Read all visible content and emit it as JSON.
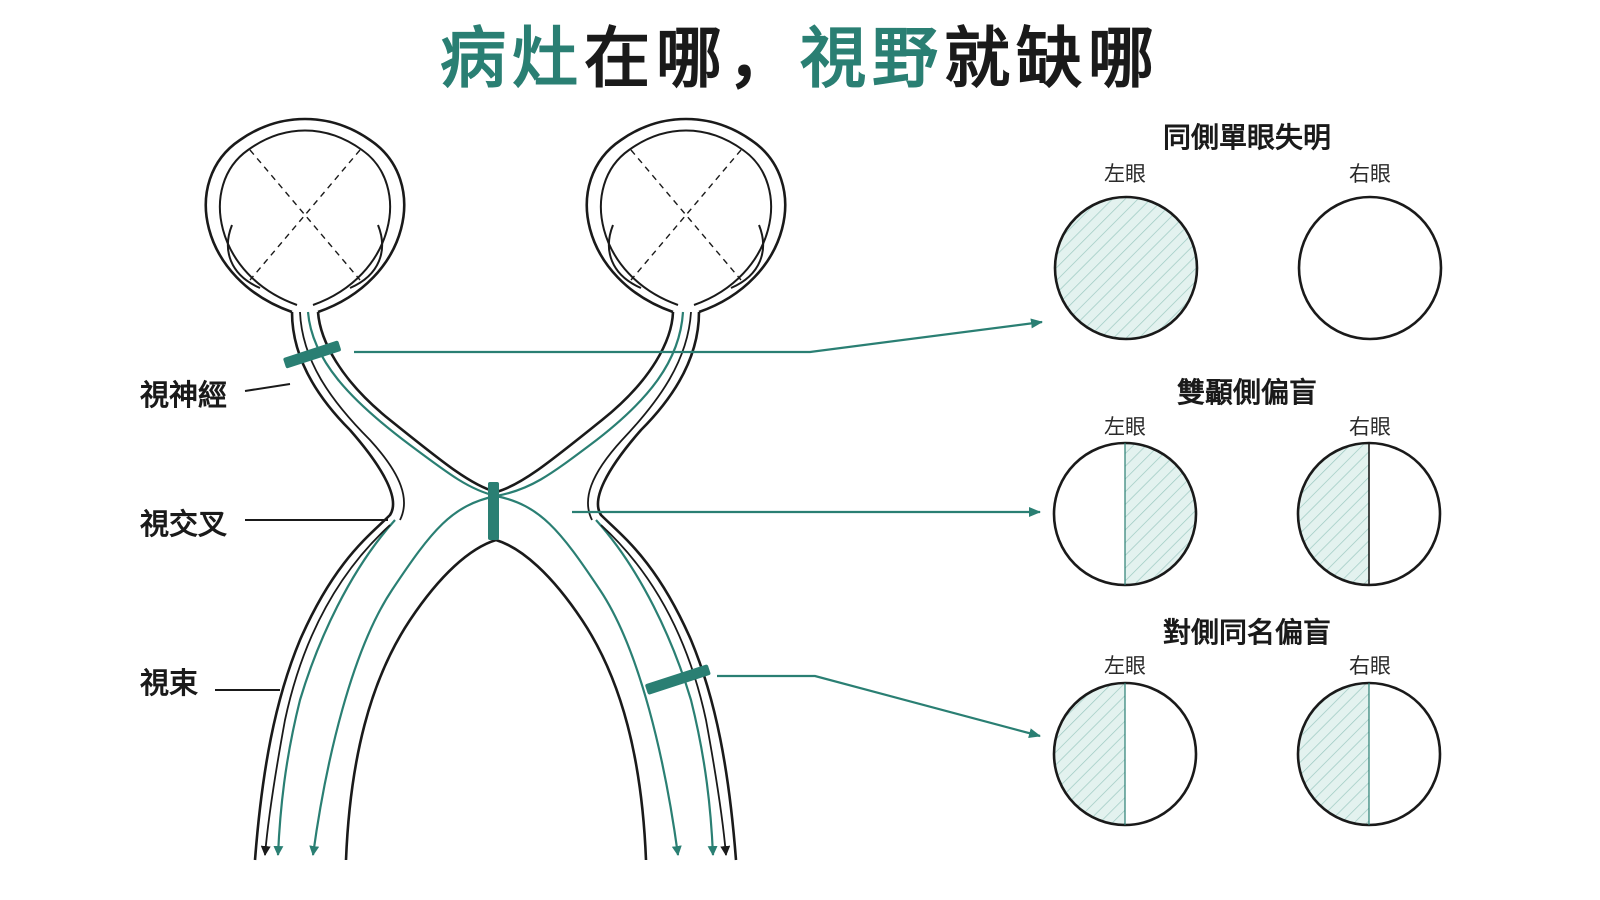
{
  "title": {
    "part1": "病灶",
    "part2": "在哪，",
    "part3": "視野",
    "part4": "就缺哪"
  },
  "anatomy": {
    "optic_nerve": "視神經",
    "optic_chiasm": "視交叉",
    "optic_tract": "視束"
  },
  "fields": [
    {
      "heading": "同側單眼失明",
      "left_eye": "左眼",
      "right_eye": "右眼",
      "left_deficit": "full",
      "right_deficit": "none"
    },
    {
      "heading": "雙顳側偏盲",
      "left_eye": "左眼",
      "right_eye": "右眼",
      "left_deficit": "right-half",
      "right_deficit": "left-half"
    },
    {
      "heading": "對側同名偏盲",
      "left_eye": "左眼",
      "right_eye": "右眼",
      "left_deficit": "left-half",
      "right_deficit": "left-half"
    }
  ],
  "colors": {
    "accent": "#2a7f73",
    "accent_fill": "#e3f2ef",
    "ink": "#1a1a1a"
  }
}
